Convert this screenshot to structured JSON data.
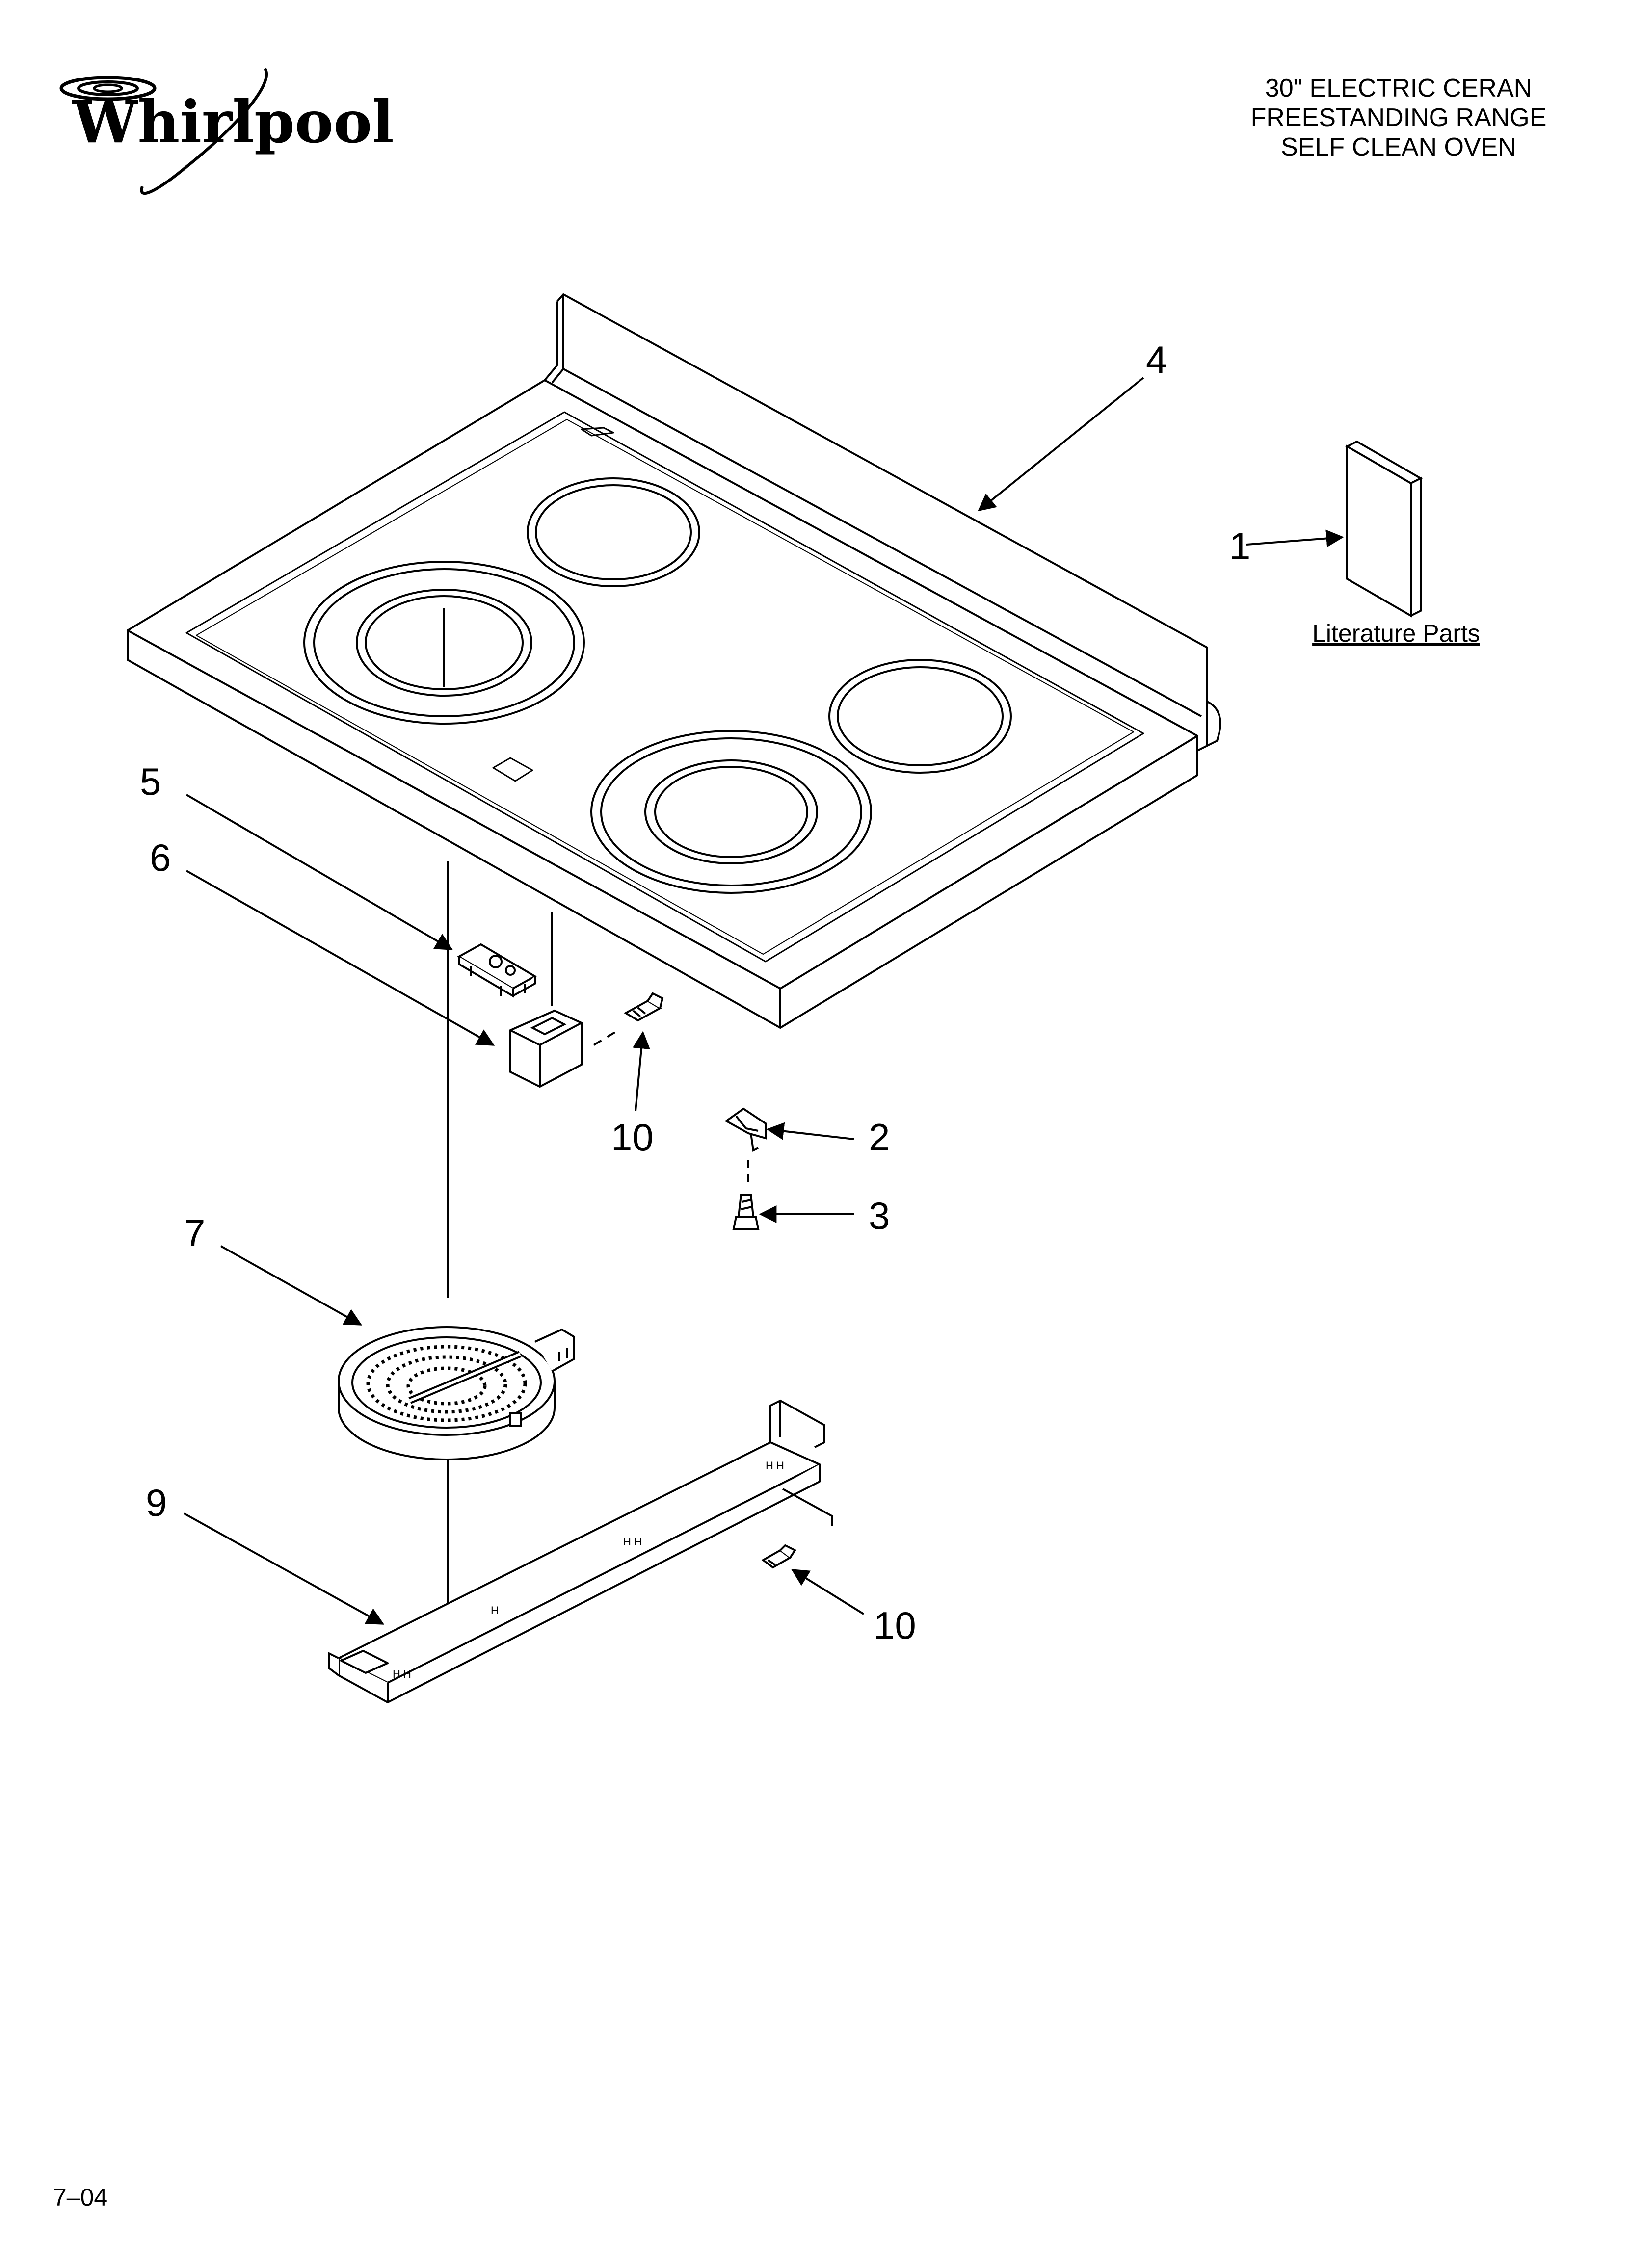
{
  "brand": {
    "name": "Whirlpool"
  },
  "header": {
    "lines": [
      "30\" ELECTRIC CERAN",
      "FREESTANDING RANGE",
      "SELF CLEAN OVEN"
    ]
  },
  "literature_label": "Literature Parts",
  "callouts": {
    "c1": "1",
    "c2": "2",
    "c3": "3",
    "c4": "4",
    "c5": "5",
    "c6": "6",
    "c7": "7",
    "c9": "9",
    "c10a": "10",
    "c10b": "10"
  },
  "footer": {
    "page_code": "7–04"
  }
}
